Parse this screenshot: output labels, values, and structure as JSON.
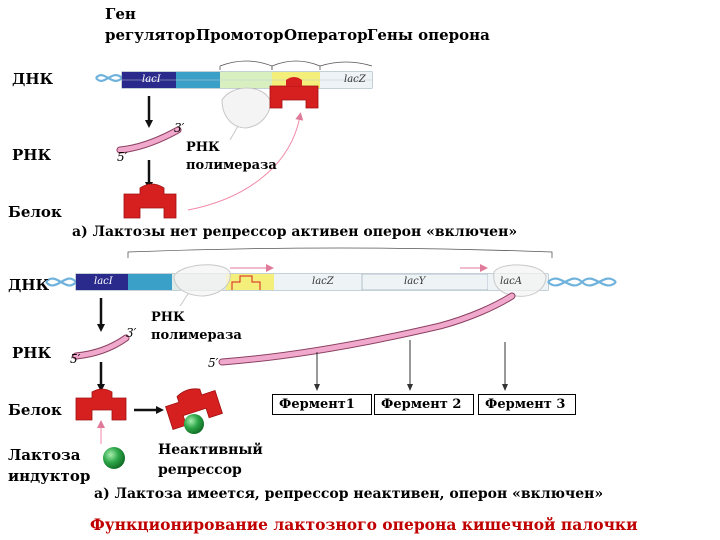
{
  "header": {
    "gene_regulator_line1": "Ген",
    "gene_regulator_line2": "регулятор",
    "promoter": "Промотор",
    "operator": "Оператор",
    "operon_genes": "Гены оперона"
  },
  "rows": {
    "dna": "ДНК",
    "rna": "РНК",
    "protein": "Белок",
    "lactose_line1": "Лактоза",
    "lactose_line2": "индуктор"
  },
  "genes": {
    "lacI": "lacI",
    "lacZ": "lacZ",
    "lacY": "lacY",
    "lacA": "lacA"
  },
  "strand_ends": {
    "three_prime": "3′",
    "five_prime": "5′"
  },
  "polymerase_line1": "РНК",
  "polymerase_line2": "полимераза",
  "inactive_line1": "Неактивный",
  "inactive_line2": "репрессор",
  "enzymes": [
    "Фермент1",
    "Фермент 2",
    "Фермент 3"
  ],
  "captions": {
    "a": "а) Лактозы нет репрессор активен оперон «включен»",
    "b": "а) Лактоза имеется, репрессор неактивен, оперон «включен»"
  },
  "title": "Функционирование лактозного оперона кишечной палочки",
  "colors": {
    "lacI": "#2a2a8c",
    "promoter_blue": "#3aa0c8",
    "operator_green": "#d8f0c0",
    "operator_yellow": "#f4ef7a",
    "repressor_red": "#d62020",
    "mrna_pink": "#f0a8cc",
    "inducer_green": "#2ea84a",
    "helix_blue": "#6fb2dc",
    "title_red": "#c00000"
  }
}
